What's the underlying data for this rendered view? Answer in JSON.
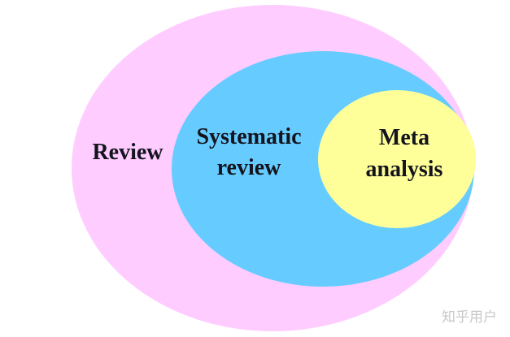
{
  "diagram": {
    "outer": {
      "label": "Review",
      "color": "#ffccff"
    },
    "middle": {
      "label_line1": "Systematic",
      "label_line2": "review",
      "color": "#66ccff"
    },
    "inner": {
      "label_line1": "Meta",
      "label_line2": "analysis",
      "color": "#ffff99"
    },
    "label_color": "#14141e"
  },
  "watermark": {
    "text": "知乎用户"
  }
}
